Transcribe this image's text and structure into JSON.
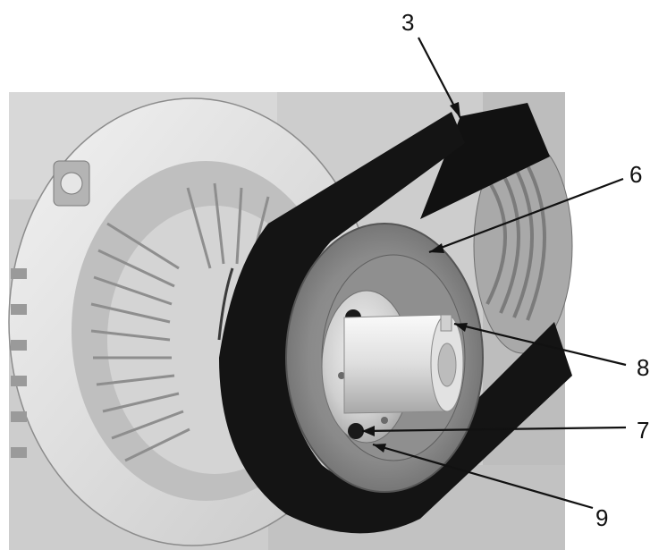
{
  "figure": {
    "subject": "belt-drive-pulley-assembly",
    "callouts": [
      {
        "id": "3",
        "label": "3"
      },
      {
        "id": "6",
        "label": "6"
      },
      {
        "id": "8",
        "label": "8"
      },
      {
        "id": "7",
        "label": "7"
      },
      {
        "id": "9",
        "label": "9"
      }
    ]
  }
}
